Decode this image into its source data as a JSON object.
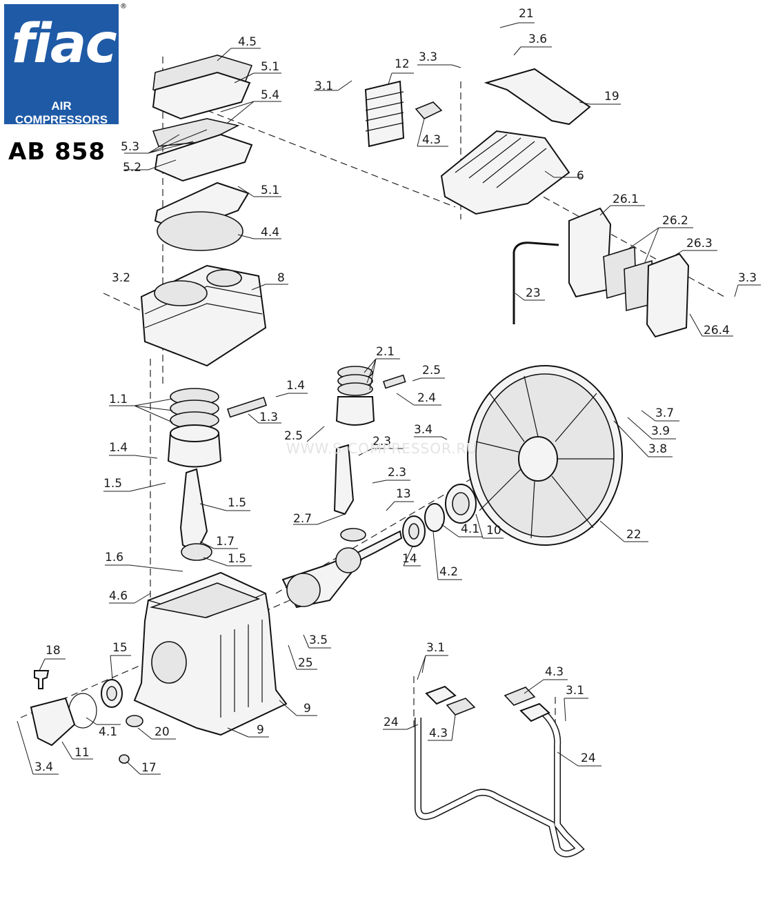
{
  "brand": {
    "logo_word": "fiac",
    "logo_tagline": "AIR COMPRESSORS",
    "registered": "®",
    "model": "AB 858",
    "logo_color": "#1f5aa6"
  },
  "watermark": "WWW.S-COMPRESSOR.RU",
  "callouts": [
    {
      "id": "c-4-5",
      "label": "4.5"
    },
    {
      "id": "c-5-1a",
      "label": "5.1"
    },
    {
      "id": "c-5-4",
      "label": "5.4"
    },
    {
      "id": "c-5-3",
      "label": "5.3"
    },
    {
      "id": "c-5-2",
      "label": "5.2"
    },
    {
      "id": "c-5-1b",
      "label": "5.1"
    },
    {
      "id": "c-4-4",
      "label": "4.4"
    },
    {
      "id": "c-3-2",
      "label": "3.2"
    },
    {
      "id": "c-8",
      "label": "8"
    },
    {
      "id": "c-21",
      "label": "21"
    },
    {
      "id": "c-3-6",
      "label": "3.6"
    },
    {
      "id": "c-3-3a",
      "label": "3.3"
    },
    {
      "id": "c-12",
      "label": "12"
    },
    {
      "id": "c-3-1a",
      "label": "3.1"
    },
    {
      "id": "c-19",
      "label": "19"
    },
    {
      "id": "c-4-3a",
      "label": "4.3"
    },
    {
      "id": "c-6",
      "label": "6"
    },
    {
      "id": "c-26-1",
      "label": "26.1"
    },
    {
      "id": "c-26-2",
      "label": "26.2"
    },
    {
      "id": "c-26-3",
      "label": "26.3"
    },
    {
      "id": "c-3-3b",
      "label": "3.3"
    },
    {
      "id": "c-23",
      "label": "23"
    },
    {
      "id": "c-26-4",
      "label": "26.4"
    },
    {
      "id": "c-2-1",
      "label": "2.1"
    },
    {
      "id": "c-2-5a",
      "label": "2.5"
    },
    {
      "id": "c-2-4",
      "label": "2.4"
    },
    {
      "id": "c-1-4a",
      "label": "1.4"
    },
    {
      "id": "c-1-1",
      "label": "1.1"
    },
    {
      "id": "c-1-3",
      "label": "1.3"
    },
    {
      "id": "c-2-5b",
      "label": "2.5"
    },
    {
      "id": "c-2-3a",
      "label": "2.3"
    },
    {
      "id": "c-3-4a",
      "label": "3.4"
    },
    {
      "id": "c-3-7",
      "label": "3.7"
    },
    {
      "id": "c-3-9",
      "label": "3.9"
    },
    {
      "id": "c-3-8",
      "label": "3.8"
    },
    {
      "id": "c-1-4b",
      "label": "1.4"
    },
    {
      "id": "c-2-3b",
      "label": "2.3"
    },
    {
      "id": "c-1-5a",
      "label": "1.5"
    },
    {
      "id": "c-1-5b",
      "label": "1.5"
    },
    {
      "id": "c-13",
      "label": "13"
    },
    {
      "id": "c-2-7",
      "label": "2.7"
    },
    {
      "id": "c-10",
      "label": "10"
    },
    {
      "id": "c-22",
      "label": "22"
    },
    {
      "id": "c-1-7",
      "label": "1.7"
    },
    {
      "id": "c-4-1a",
      "label": "4.1"
    },
    {
      "id": "c-1-5c",
      "label": "1.5"
    },
    {
      "id": "c-14",
      "label": "14"
    },
    {
      "id": "c-4-2",
      "label": "4.2"
    },
    {
      "id": "c-1-6",
      "label": "1.6"
    },
    {
      "id": "c-4-6",
      "label": "4.6"
    },
    {
      "id": "c-3-5",
      "label": "3.5"
    },
    {
      "id": "c-18",
      "label": "18"
    },
    {
      "id": "c-15",
      "label": "15"
    },
    {
      "id": "c-25",
      "label": "25"
    },
    {
      "id": "c-3-1b",
      "label": "3.1"
    },
    {
      "id": "c-4-3b",
      "label": "4.3"
    },
    {
      "id": "c-9a",
      "label": "9"
    },
    {
      "id": "c-3-1c",
      "label": "3.1"
    },
    {
      "id": "c-24a",
      "label": "24"
    },
    {
      "id": "c-4-3c",
      "label": "4.3"
    },
    {
      "id": "c-9b",
      "label": "9"
    },
    {
      "id": "c-20",
      "label": "20"
    },
    {
      "id": "c-4-1b",
      "label": "4.1"
    },
    {
      "id": "c-11",
      "label": "11"
    },
    {
      "id": "c-3-4b",
      "label": "3.4"
    },
    {
      "id": "c-17",
      "label": "17"
    },
    {
      "id": "c-24b",
      "label": "24"
    }
  ]
}
